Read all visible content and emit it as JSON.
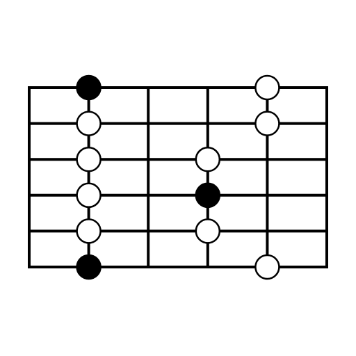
{
  "diagram": {
    "type": "fretboard-scale-pattern",
    "strings": 6,
    "frets": 5,
    "colors": {
      "background": "#ffffff",
      "line": "#000000",
      "root_fill": "#000000",
      "note_fill": "#ffffff"
    },
    "notes": [
      {
        "fret": 1,
        "string": 0,
        "root": true
      },
      {
        "fret": 1,
        "string": 1,
        "root": false
      },
      {
        "fret": 1,
        "string": 2,
        "root": false
      },
      {
        "fret": 1,
        "string": 3,
        "root": false
      },
      {
        "fret": 1,
        "string": 4,
        "root": false
      },
      {
        "fret": 1,
        "string": 5,
        "root": true
      },
      {
        "fret": 3,
        "string": 2,
        "root": false
      },
      {
        "fret": 3,
        "string": 3,
        "root": true
      },
      {
        "fret": 3,
        "string": 4,
        "root": false
      },
      {
        "fret": 4,
        "string": 0,
        "root": false
      },
      {
        "fret": 4,
        "string": 1,
        "root": false
      },
      {
        "fret": 4,
        "string": 5,
        "root": false
      }
    ]
  }
}
